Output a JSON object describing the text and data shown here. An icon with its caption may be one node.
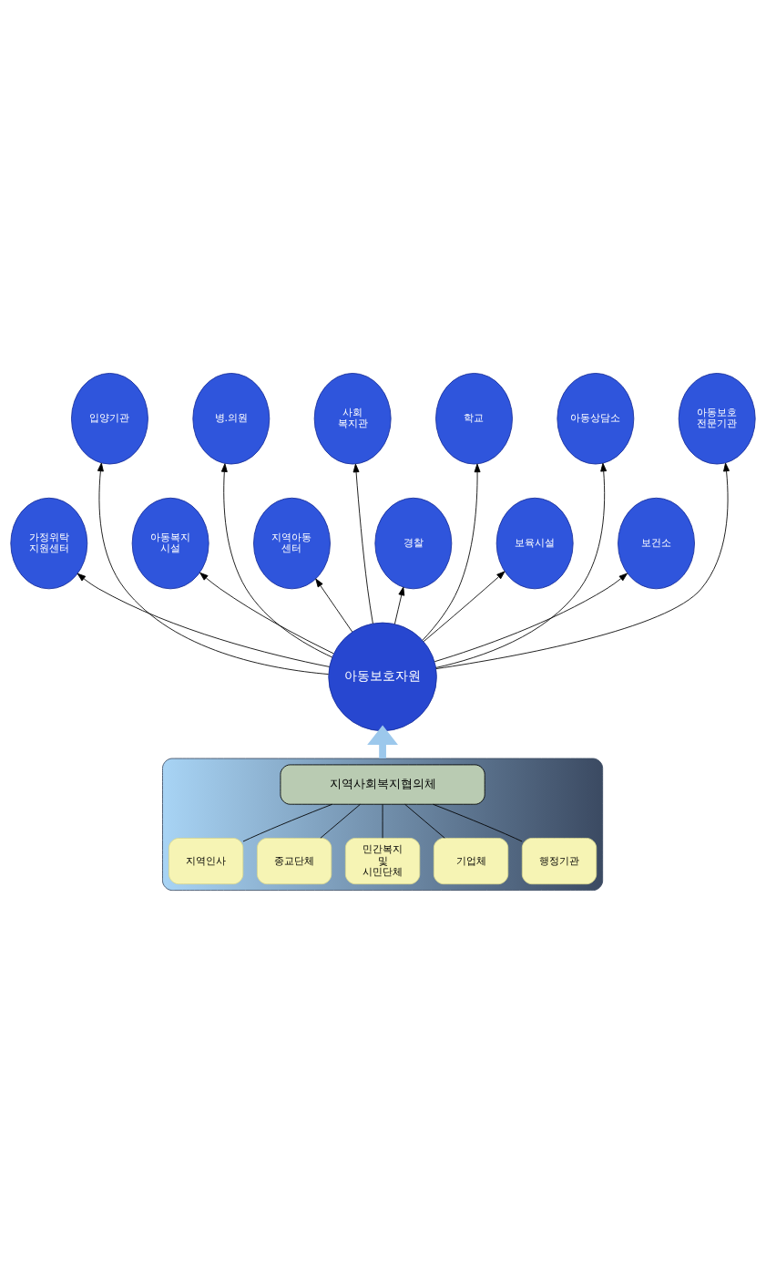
{
  "diagram": {
    "nodes": [
      {
        "text": [
          "아동보호자원"
        ]
      },
      {
        "text": [
          "가정위탁 지원센터"
        ]
      },
      {
        "text": [
          "입양기관"
        ]
      },
      {
        "text": [
          "아동복지 시설"
        ]
      },
      {
        "text": [
          "병.의원"
        ]
      },
      {
        "text": [
          "지역아동 센터"
        ]
      },
      {
        "text": [
          "사회 복지관"
        ]
      },
      {
        "text": [
          "경찰"
        ]
      },
      {
        "text": [
          "학교"
        ]
      },
      {
        "text": [
          "보육시설"
        ]
      },
      {
        "text": [
          "아동상담소"
        ]
      },
      {
        "text": [
          "보건소"
        ]
      },
      {
        "text": [
          "아동보호 전문기관"
        ]
      },
      {
        "text": [],
        "shape": "box"
      },
      {
        "text": [
          "지역사회복지협의체"
        ],
        "in": 13
      },
      {
        "text": [
          "행정기관"
        ],
        "in": 13
      },
      {
        "text": [
          "기업체"
        ],
        "in": 13
      },
      {
        "text": [
          "민간복지 및 시민단체"
        ],
        "in": 13
      },
      {
        "text": [
          "종교단체"
        ],
        "in": 13
      },
      {
        "text": [
          "지역인사"
        ],
        "in": 13
      }
    ],
    "edges": [
      {
        "from": 0,
        "to": 1,
        "arrow": "to"
      },
      {
        "from": 0,
        "to": 2,
        "arrow": "to"
      },
      {
        "from": 0,
        "to": 3,
        "arrow": "to"
      },
      {
        "from": 0,
        "to": 4,
        "arrow": "to"
      },
      {
        "from": 0,
        "to": 5,
        "arrow": "to"
      },
      {
        "from": 0,
        "to": 6,
        "arrow": "to"
      },
      {
        "from": 0,
        "to": 7,
        "arrow": "to"
      },
      {
        "from": 0,
        "to": 8,
        "arrow": "to"
      },
      {
        "from": 0,
        "to": 9,
        "arrow": "to"
      },
      {
        "from": 0,
        "to": 10,
        "arrow": "to"
      },
      {
        "from": 0,
        "to": 11,
        "arrow": "to"
      },
      {
        "from": 0,
        "to": 12,
        "arrow": "to"
      },
      {
        "from": 13,
        "to": 0,
        "arrow": "to",
        "style": "thick",
        "color": "#9cc8ec"
      },
      {
        "from": 14,
        "to": 15,
        "arrow": "none"
      },
      {
        "from": 14,
        "to": 16,
        "arrow": "none"
      },
      {
        "from": 14,
        "to": 17,
        "arrow": "none"
      },
      {
        "from": 14,
        "to": 18,
        "arrow": "none"
      },
      {
        "from": 14,
        "to": 19,
        "arrow": "none"
      }
    ]
  }
}
